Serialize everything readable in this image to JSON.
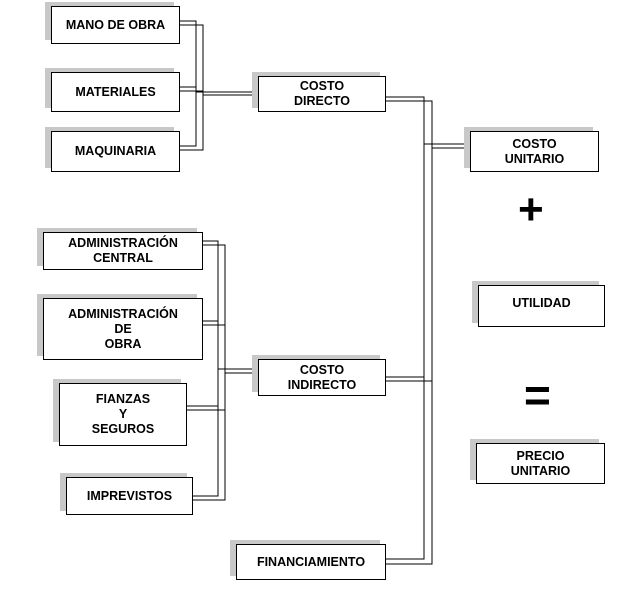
{
  "boxes": {
    "mano_obra": "MANO DE OBRA",
    "materiales": "MATERIALES",
    "maquinaria": "MAQUINARIA",
    "costo_directo": "COSTO\nDIRECTO",
    "admin_central": "ADMINISTRACIÓN\nCENTRAL",
    "admin_obra": "ADMINISTRACIÓN\nDE\nOBRA",
    "fianzas": "FIANZAS\nY\nSEGUROS",
    "imprevistos": "IMPREVISTOS",
    "costo_indirecto": "COSTO\nINDIRECTO",
    "financiamiento": "FINANCIAMIENTO",
    "costo_unitario": "COSTO\nUNITARIO",
    "utilidad": "UTILIDAD",
    "precio_unitario": "PRECIO\nUNITARIO"
  },
  "operators": {
    "plus": "+",
    "equals": "="
  },
  "colors": {
    "line": "#000000",
    "shadow": "#c8c8c8",
    "box_fill": "#ffffff"
  }
}
